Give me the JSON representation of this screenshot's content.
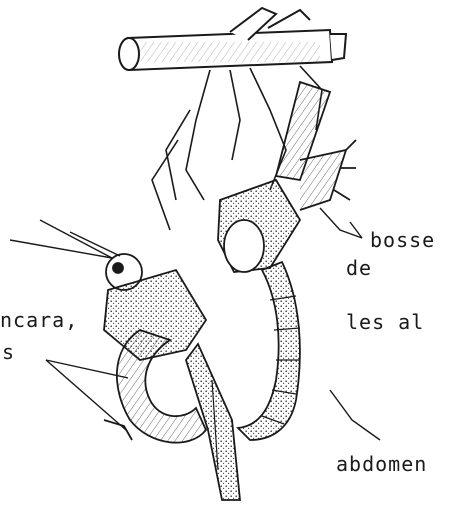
{
  "labels": {
    "bosse": "bosse",
    "de": "de",
    "carcara": "ncara,",
    "les_al": "les al",
    "s_fragment": "s",
    "abdomen": "abdomen"
  },
  "colors": {
    "ink": "#1a1a1a",
    "stipple": "#3a3a3a",
    "background": "#ffffff"
  }
}
